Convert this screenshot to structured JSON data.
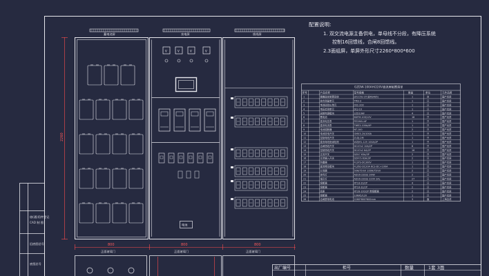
{
  "panel_top_labels": [
    "蓄电池屏",
    "充电屏",
    "馈线屏"
  ],
  "config_notes": {
    "heading": "配置说明:",
    "line1": "1. 双交流电源主备供电，单母线不分段，有降压系统",
    "line2": "控制16回馈线，合闸8回馈线。",
    "line3": "2.3面组屏，单屏外形尺寸2260*800*600"
  },
  "door_labels": [
    "正面玻璃门",
    "正面玻璃门",
    "正面玻璃门"
  ],
  "dimension_labels": [
    "800",
    "800",
    "800",
    "2260"
  ],
  "battery_module_label": "电池",
  "left_title_block": [
    "借(通)用件登记",
    "CAD 制 图",
    "旧底图总号",
    "底图总号"
  ],
  "equipment_table": {
    "title": "GZDW-100AH/220V直流屏配置清单",
    "headers": [
      "序号",
      "产品名称",
      "型号规格",
      "数量",
      "单位",
      "元件品牌"
    ],
    "rows": [
      [
        "1",
        "微機监控装置系统",
        "JZCC5G-CT(含RS485)",
        "1",
        "台",
        "国产优质"
      ],
      [
        "2",
        "综合测量单元",
        "TM3-3",
        "1",
        "只",
        "国产优质"
      ],
      [
        "3",
        "电池巡检仪单元",
        "JYJC-200",
        "1",
        "只",
        "国产优质"
      ],
      [
        "4",
        "电压检测单元",
        "DCJ-10",
        "1",
        "只",
        "国产优质"
      ],
      [
        "5",
        "高频电源模块",
        "2ZD10AF",
        "4",
        "只",
        "国产优质"
      ],
      [
        "6",
        "蓄电池",
        "6GFM-100/12V",
        "18",
        "只",
        "国产优质"
      ],
      [
        "7",
        "直流电压表",
        "PZ194U-4F",
        "1",
        "只",
        "国产优质"
      ],
      [
        "8",
        "直流电流表",
        "TWE3-100A/4P",
        "1",
        "只",
        "国产优质"
      ],
      [
        "9",
        "电池熔断器",
        "NT-100",
        "2",
        "只",
        "国产优质"
      ],
      [
        "10",
        "电池放电开关",
        "GMX3-20/100A",
        "1",
        "只",
        "国产优质"
      ],
      [
        "11",
        "控制母线开关",
        "ZLDJ-2M",
        "1",
        "只",
        "国产优质"
      ],
      [
        "12",
        "直流母线绝缘检测",
        "WZJM1-125 100A/2P",
        "1",
        "只",
        "国产优质"
      ],
      [
        "13",
        "合闸馈线开关",
        "DC47x2 10A/2P",
        "8",
        "只",
        "国产优质"
      ],
      [
        "14",
        "控制馈线开关",
        "DC47x2 6A/2P",
        "16",
        "只",
        "国产优质"
      ],
      [
        "15",
        "交流开关",
        "DZ47 63A/3P",
        "2",
        "只",
        "国产优质"
      ],
      [
        "16",
        "交流输入开关",
        "DZ47s-63A/3P",
        "2",
        "只",
        "国产优质"
      ],
      [
        "17",
        "防雷器",
        "FLSYS-DC300V",
        "1",
        "只",
        "国产优质"
      ],
      [
        "18",
        "直流降压模块",
        "FLZ62-DC20A 6CS-DC+100A",
        "1",
        "只",
        "国产优质"
      ],
      [
        "19",
        "分流器",
        "50A/75mV 100A/75mV",
        "2",
        "只",
        "国产优质"
      ],
      [
        "20",
        "信号灯",
        "AD16-22D/S 24AV",
        "2",
        "只",
        "国产优质"
      ],
      [
        "21",
        "指示灯",
        "AD16-22D/S 220V 2AL",
        "27",
        "只",
        "国产优质"
      ],
      [
        "22",
        "熔断器",
        "RT18-20/2P",
        "4",
        "只",
        "国产优质"
      ],
      [
        "23",
        "熔断器",
        "RT18-32/2P",
        "2",
        "只",
        "国产优质"
      ],
      [
        "24",
        "底座",
        "RT28-100/2P 带熔断器",
        "2",
        "只",
        "国产优质"
      ],
      [
        "25",
        "熔断器",
        "10KA5/12V",
        "1",
        "只",
        "国产优质"
      ],
      [
        "26",
        "合闸屏用电池",
        "2260*800*600mm",
        "3",
        "面",
        "上海合成"
      ]
    ]
  },
  "bottom_title_block": {
    "label_a": "出厂编号",
    "label_b": "柜号",
    "label_c": "数量",
    "sheet": "1套 3面"
  }
}
